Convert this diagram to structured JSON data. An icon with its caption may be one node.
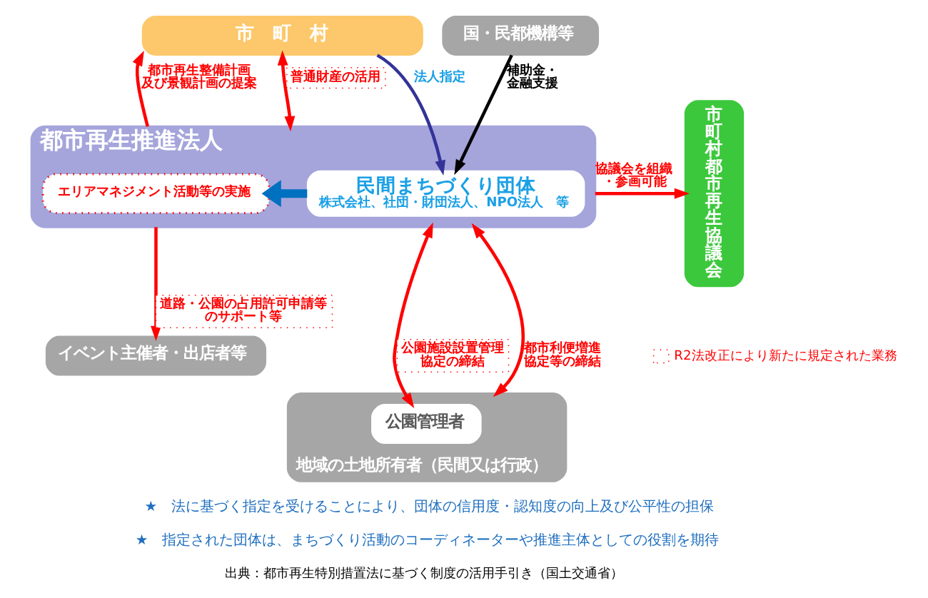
{
  "diagram": {
    "nodes": [
      {
        "text": [
          "市　町　村"
        ]
      },
      {
        "text": [
          "国・民都機構等"
        ]
      },
      {
        "text": [
          "都市再生推進法人"
        ]
      },
      {
        "text": [
          "エリアマネジメント活動等の実施"
        ],
        "in": 2
      },
      {
        "text": [
          "民間まちづくり団体",
          "株式会社、社団・財団法人、NPO法人　等"
        ],
        "in": 2
      },
      {
        "text": [
          "市町村都市再生協議会"
        ]
      },
      {
        "text": [
          "イベント主催者・出店者等"
        ]
      },
      {
        "text": [
          "地域の土地所有者（民間又は行政）"
        ]
      },
      {
        "text": [
          "公園管理者"
        ],
        "in": 7
      }
    ],
    "edges": [
      {
        "from": 2,
        "to": 0,
        "arrow": "to",
        "label": "都市再生整備計画及び景観計画の提案"
      },
      {
        "from": 0,
        "to": 2,
        "arrow": "both",
        "label": "普通財産の活用"
      },
      {
        "from": 0,
        "to": 4,
        "arrow": "to",
        "label": "法人指定",
        "color": "#333399"
      },
      {
        "from": 1,
        "to": 4,
        "arrow": "to",
        "label": "補助金・金融支援",
        "color": "#000000"
      },
      {
        "from": 4,
        "to": 2,
        "arrow": "to",
        "style": "thick",
        "color": "#0070c0"
      },
      {
        "from": 2,
        "to": 5,
        "arrow": "to",
        "label": "協議会を組織・参画可能"
      },
      {
        "from": 2,
        "to": 6,
        "arrow": "to",
        "label": "道路・公園の占用許可申請等のサポート等"
      },
      {
        "from": 2,
        "to": 7,
        "arrow": "both",
        "label": "都市利便増進協定等の締結"
      },
      {
        "from": 2,
        "to": 8,
        "arrow": "both",
        "label": "公園施設設置管理協定の締結"
      }
    ],
    "labels": [
      "★　法に基づく指定を受けることにより、団体の信用度・認知度の向上及び公平性の担保",
      "★　指定された団体は、まちづくり活動のコーディネーターや推進主体としての役割を期待",
      "出典：都市再生特別措置法に基づく制度の活用手引き（国土交通省）"
    ],
    "legend": [
      {
        "text": "R2法改正により新たに規定された業務"
      }
    ]
  }
}
